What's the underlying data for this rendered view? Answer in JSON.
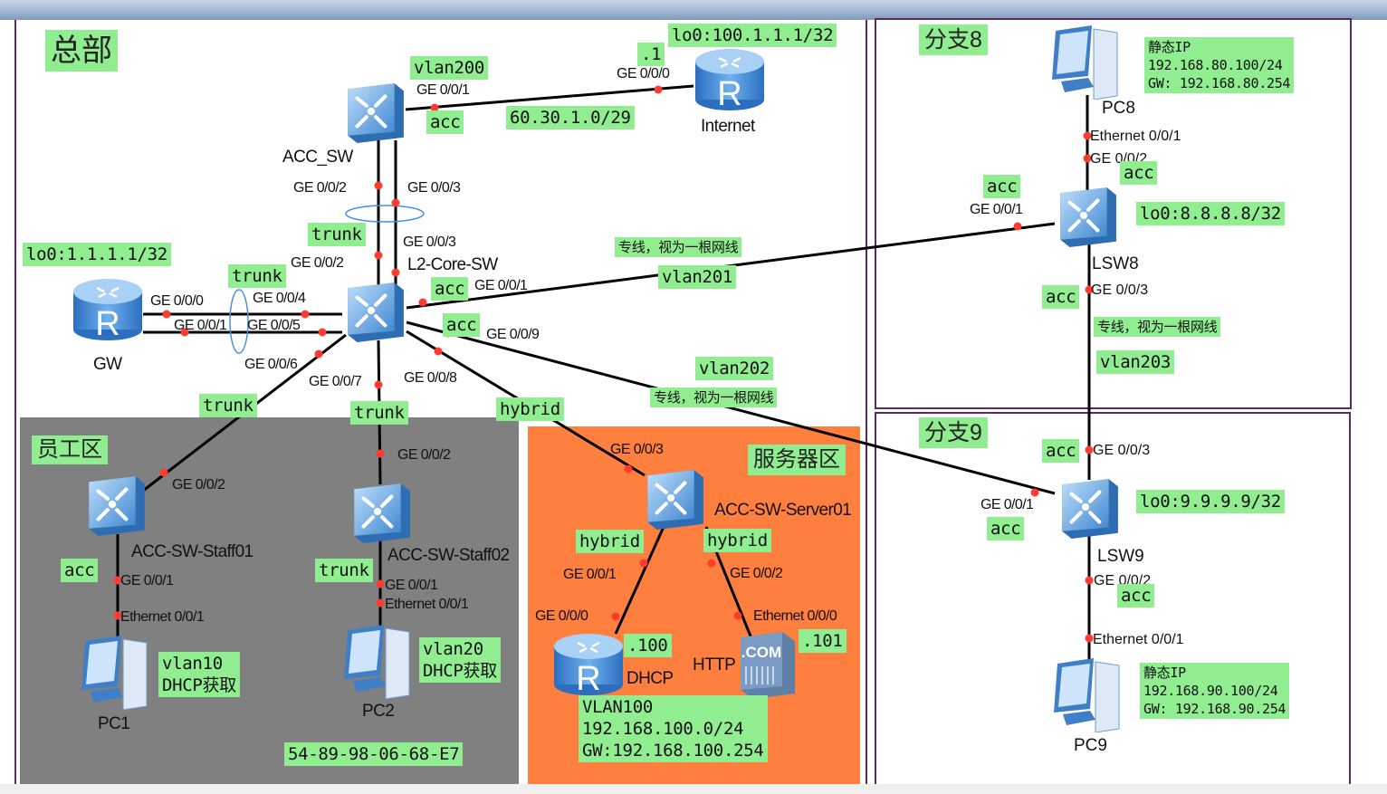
{
  "zones": {
    "hq": "总部",
    "staff": "员工区",
    "server": "服务器区",
    "branch8": "分支8",
    "branch9": "分支9"
  },
  "devices": {
    "internet": "Internet",
    "acc_sw": "ACC_SW",
    "core": "L2-Core-SW",
    "gw": "GW",
    "staff01": "ACC-SW-Staff01",
    "staff02": "ACC-SW-Staff02",
    "server01": "ACC-SW-Server01",
    "pc1": "PC1",
    "pc2": "PC2",
    "dhcp": "DHCP",
    "http": "HTTP",
    "pc8": "PC8",
    "lsw8": "LSW8",
    "lsw9": "LSW9",
    "pc9": "PC9"
  },
  "ports": [
    "GE 0/0/1",
    "GE 0/0/0",
    "GE 0/0/2",
    "GE 0/0/3",
    "GE 0/0/3",
    "GE 0/0/2",
    "GE 0/0/0",
    "GE 0/0/4",
    "GE 0/0/1",
    "GE 0/0/5",
    "GE 0/0/6",
    "GE 0/0/7",
    "GE 0/0/8",
    "GE 0/0/1",
    "GE 0/0/9",
    "GE 0/0/2",
    "GE 0/0/2",
    "GE 0/0/1",
    "Ethernet 0/0/1",
    "GE 0/0/1",
    "Ethernet 0/0/1",
    "GE 0/0/3",
    "GE 0/0/1",
    "GE 0/0/2",
    "GE 0/0/0",
    "Ethernet 0/0/0",
    "Ethernet 0/0/1",
    "GE 0/0/2",
    "GE 0/0/1",
    "GE 0/0/3",
    "GE 0/0/3",
    "GE 0/0/1",
    "GE 0/0/2",
    "Ethernet 0/0/1"
  ],
  "notes": [
    "lo0:100.1.1.1/32",
    ".1",
    "vlan200",
    "acc",
    "60.30.1.0/29",
    "lo0:1.1.1.1/32",
    "trunk",
    "trunk",
    "acc",
    "acc",
    "专线，视为一根网线",
    "vlan201",
    "vlan202",
    "专线，视为一根网线",
    "trunk",
    "trunk",
    "hybrid",
    "acc",
    "trunk",
    "vlan10\nDHCP获取",
    "vlan20\nDHCP获取",
    "hybrid",
    "hybrid",
    ".100",
    ".101",
    "VLAN100\n192.168.100.0/24\nGW:192.168.100.254",
    "54-89-98-06-68-E7",
    "静态IP\n192.168.80.100/24\nGW: 192.168.80.254",
    "acc",
    "acc",
    "lo0:8.8.8.8/32",
    "acc",
    "专线，视为一根网线",
    "vlan203",
    "acc",
    "lo0:9.9.9.9/32",
    "acc",
    "acc",
    "静态IP\n192.168.90.100/24\nGW: 192.168.90.254"
  ],
  "colors": {
    "label_bg": "#90ee90",
    "staff_zone": "#808080",
    "server_zone": "#ff7f3f",
    "border": "#5b2a63",
    "port_dot": "#ff3b2f",
    "device_blue": "#4a8fd4"
  }
}
